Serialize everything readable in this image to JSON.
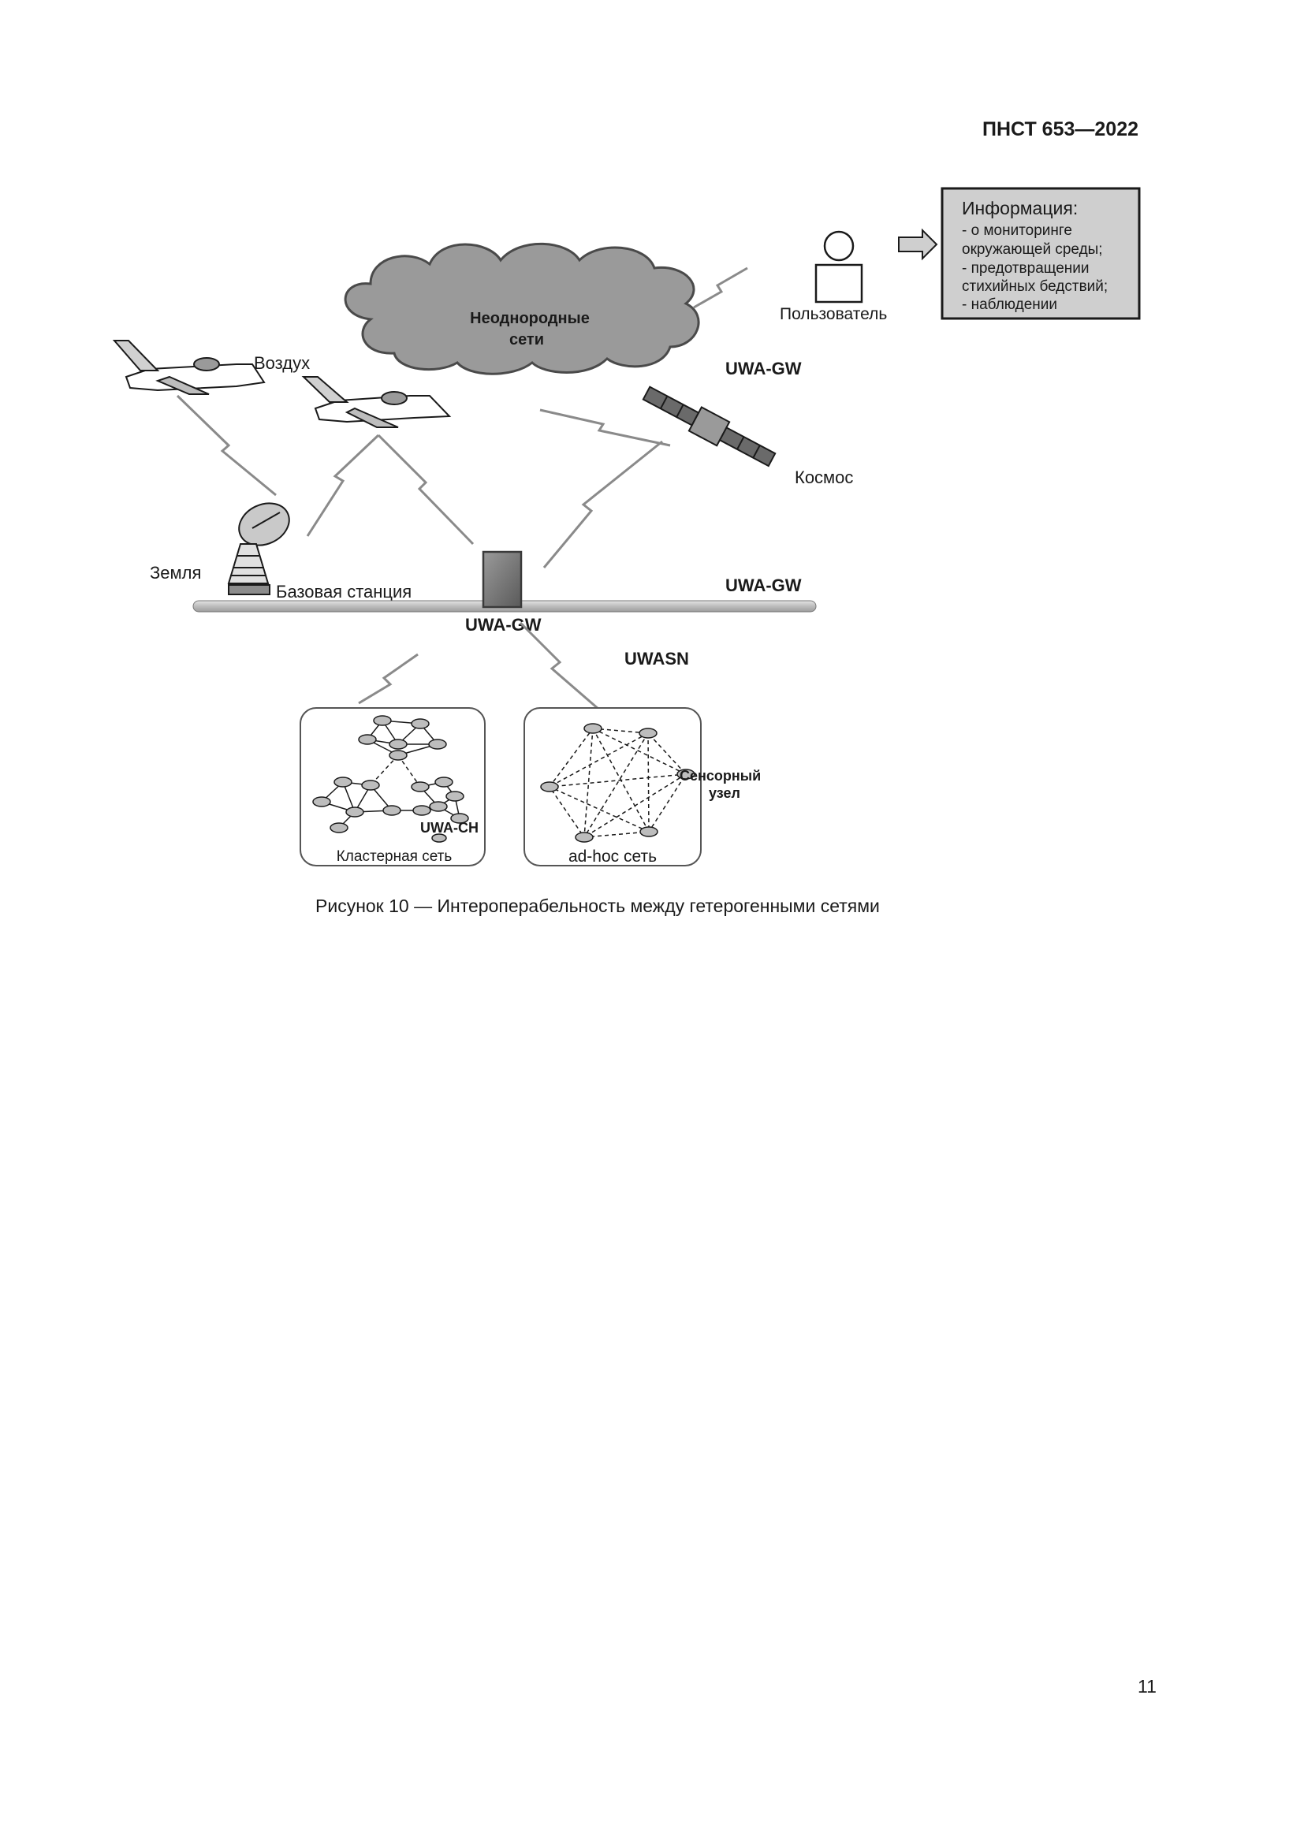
{
  "header": {
    "doc_id": "ПНСТ 653—2022"
  },
  "diagram": {
    "cloud": {
      "line1": "Неоднородные",
      "line2": "сети"
    },
    "user_label": "Пользователь",
    "info_box": {
      "title": "Информация:",
      "lines": [
        "- о мониторинге",
        "окружающей среды;",
        "- предотвращении",
        "стихийных бедствий;",
        "- наблюдении"
      ]
    },
    "air_label": "Воздух",
    "space_gw_label": "UWA-GW",
    "space_label": "Космос",
    "ground_label": "Земля",
    "base_station_label": "Базовая станция",
    "ground_gw_label": "UWA-GW",
    "center_gw_label": "UWA-GW",
    "uwasn_label": "UWASN",
    "cluster_box": {
      "ch_label": "UWA-CH",
      "title": "Кластерная сеть"
    },
    "adhoc_box": {
      "sensor_line1": "Сенсорный",
      "sensor_line2": "узел",
      "title": "ad-hoc сеть"
    },
    "icons": [
      "cloud-icon",
      "user-icon",
      "arrow-right-icon",
      "jet-icon",
      "satellite-icon",
      "radar-dish-icon",
      "gateway-icon",
      "lightning-link-icon",
      "sensor-node-icon"
    ]
  },
  "caption": "Рисунок 10 — Интероперабельность между гетерогенными сетями",
  "footer": {
    "page_number": "11"
  }
}
